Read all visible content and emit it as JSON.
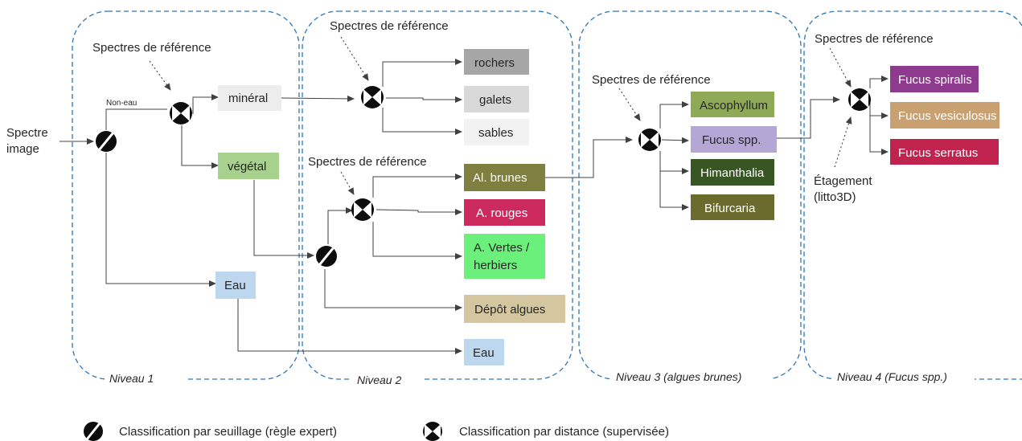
{
  "levels": [
    {
      "label": "Niveau 1"
    },
    {
      "label": "Niveau 2"
    },
    {
      "label": "Niveau 3 (algues brunes)"
    },
    {
      "label": "Niveau 4 (Fucus spp.)"
    }
  ],
  "input": {
    "line1": "Spectre",
    "line2": "image"
  },
  "ref_label": "Spectres de référence",
  "non_eau": "Non-eau",
  "etagement": {
    "line1": "Étagement",
    "line2": "(litto3D)"
  },
  "boxes": {
    "mineral": {
      "text": "minéral",
      "color": "#ededed"
    },
    "vegetal": {
      "text": "végétal",
      "color": "#a9d18e"
    },
    "eau1": {
      "text": "Eau",
      "color": "#bdd7ee"
    },
    "rochers": {
      "text": "rochers",
      "color": "#a6a6a6"
    },
    "galets": {
      "text": "galets",
      "color": "#d9d9d9"
    },
    "sables": {
      "text": "sables",
      "color": "#f2f2f2"
    },
    "al_brunes": {
      "text": "Al. brunes",
      "color": "#7f7f3f"
    },
    "a_rouges": {
      "text": "A. rouges",
      "color": "#cc2a5c"
    },
    "a_vertes": {
      "line1": "A. Vertes /",
      "line2": "herbiers",
      "color": "#6cf07c"
    },
    "depot": {
      "text": "Dépôt algues",
      "color": "#d4c7a0"
    },
    "eau2": {
      "text": "Eau",
      "color": "#bdd7ee"
    },
    "ascophyllum": {
      "text": "Ascophyllum",
      "color": "#8faa56"
    },
    "fucus_spp": {
      "text": "Fucus spp.",
      "color": "#b4a7d6"
    },
    "himanthalia": {
      "text": "Himanthalia",
      "color": "#375623"
    },
    "bifurcaria": {
      "text": "Bifurcaria",
      "color": "#6b6b2e"
    },
    "fucus_spiralis": {
      "text": "Fucus spiralis",
      "color": "#8e3a8e"
    },
    "fucus_vesiculosus": {
      "text": "Fucus vesiculosus",
      "color": "#c9a070"
    },
    "fucus_serratus": {
      "text": "Fucus serratus",
      "color": "#c0234e"
    }
  },
  "legend": {
    "threshold": {
      "text": "Classification par seuillage (règle expert)",
      "icon": "threshold-node-icon"
    },
    "distance": {
      "text": "Classification par distance (supervisée)",
      "icon": "distance-node-icon"
    }
  }
}
